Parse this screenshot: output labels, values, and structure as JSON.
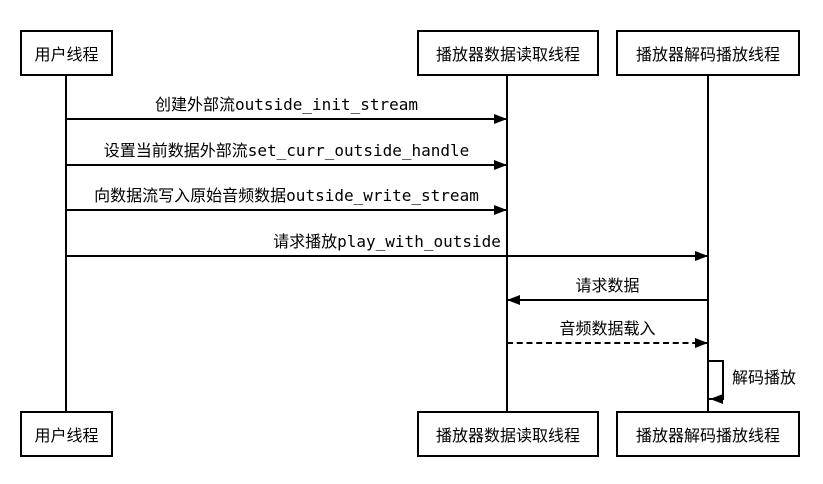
{
  "diagram": {
    "type": "uml-sequence-diagram",
    "colors": {
      "line": "#000000",
      "text": "#000000",
      "background": "#ffffff",
      "box_fill": "#ffffff"
    }
  },
  "actors": [
    {
      "id": "user-thread",
      "label": "用户线程"
    },
    {
      "id": "player-data-read-thread",
      "label": "播放器数据读取线程"
    },
    {
      "id": "player-decode-play-thread",
      "label": "播放器解码播放线程"
    }
  ],
  "messages": [
    {
      "label_cn": "创建外部流",
      "label_code": "outside_init_stream",
      "from": "用户线程",
      "to": "播放器数据读取线程",
      "style": "solid",
      "direction": "right"
    },
    {
      "label_cn": "设置当前数据外部流",
      "label_code": "set_curr_outside_handle",
      "from": "用户线程",
      "to": "播放器数据读取线程",
      "style": "solid",
      "direction": "right"
    },
    {
      "label_cn": "向数据流写入原始音频数据",
      "label_code": "outside_write_stream",
      "from": "用户线程",
      "to": "播放器数据读取线程",
      "style": "solid",
      "direction": "right"
    },
    {
      "label_cn": "请求播放",
      "label_code": "play_with_outside",
      "from": "用户线程",
      "to": "播放器解码播放线程",
      "style": "solid",
      "direction": "right"
    },
    {
      "label_cn": "请求数据",
      "label_code": "",
      "from": "播放器解码播放线程",
      "to": "播放器数据读取线程",
      "style": "solid",
      "direction": "left"
    },
    {
      "label_cn": "音频数据载入",
      "label_code": "",
      "from": "播放器数据读取线程",
      "to": "播放器解码播放线程",
      "style": "dashed",
      "direction": "right"
    },
    {
      "label_cn": "解码播放",
      "label_code": "",
      "from": "播放器解码播放线程",
      "to": "播放器解码播放线程",
      "style": "self",
      "direction": "self"
    }
  ]
}
